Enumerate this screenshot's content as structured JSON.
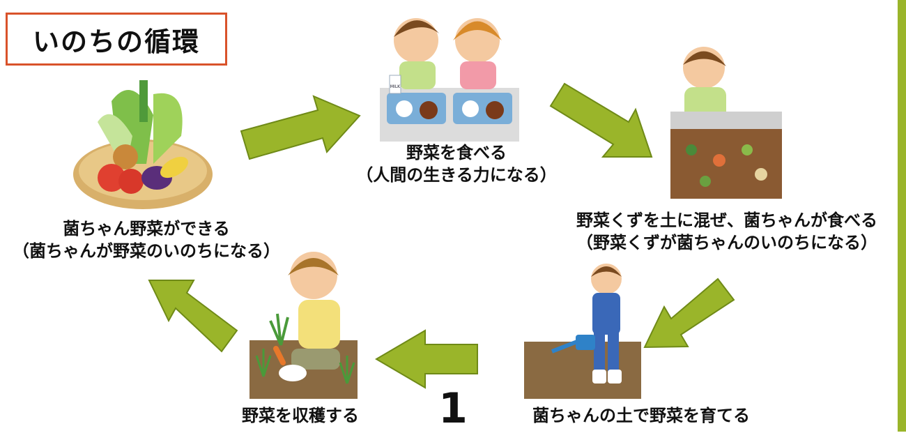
{
  "title": "いのちの循環",
  "steps": {
    "grow": {
      "line1": "菌ちゃん野菜ができる",
      "line2": "（菌ちゃんが野菜のいのちになる）"
    },
    "eat": {
      "line1": "野菜を食べる",
      "line2": "（人間の生きる力になる）"
    },
    "mix": {
      "line1": "野菜くずを土に混ぜ、菌ちゃんが食べる",
      "line2": "（野菜くずが菌ちゃんのいのちになる）"
    },
    "raise": {
      "line1": "菌ちゃんの土で野菜を育てる"
    },
    "harvest": {
      "line1": "野菜を収穫する"
    }
  },
  "milk_label": "MILK",
  "page_number": "1",
  "colors": {
    "arrow": "#9ab52a",
    "arrow_edge": "#6f8a17",
    "title_border": "#d9522a",
    "side_bar": "#9ab52a",
    "soil": "#8a6a42"
  }
}
